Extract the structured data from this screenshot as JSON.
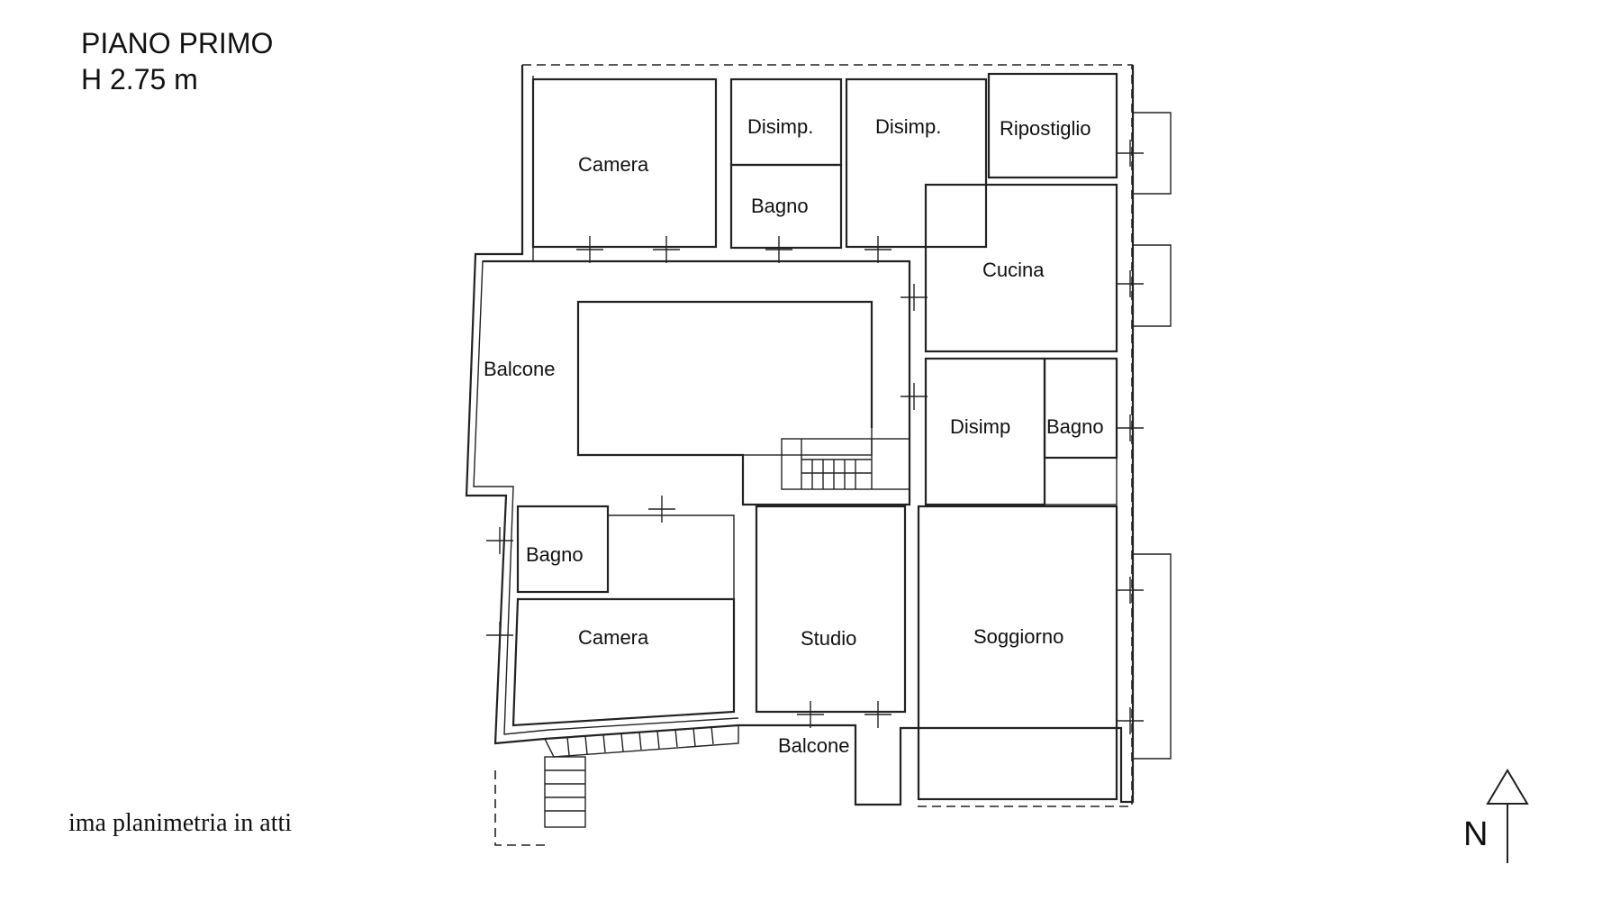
{
  "header": {
    "floor": "PIANO PRIMO",
    "height": "H 2.75 m"
  },
  "caption": "ima planimetria in atti",
  "north_label": "N",
  "rooms": {
    "camera_top": "Camera",
    "disimp_1": "Disimp.",
    "disimp_2": "Disimp.",
    "ripostiglio": "Ripostiglio",
    "bagno_top": "Bagno",
    "cucina": "Cucina",
    "balcone_left": "Balcone",
    "disimp_mid": "Disimp",
    "bagno_mid": "Bagno",
    "bagno_left": "Bagno",
    "camera_bottom": "Camera",
    "studio": "Studio",
    "soggiorno": "Soggiorno",
    "balcone_bottom": "Balcone"
  }
}
